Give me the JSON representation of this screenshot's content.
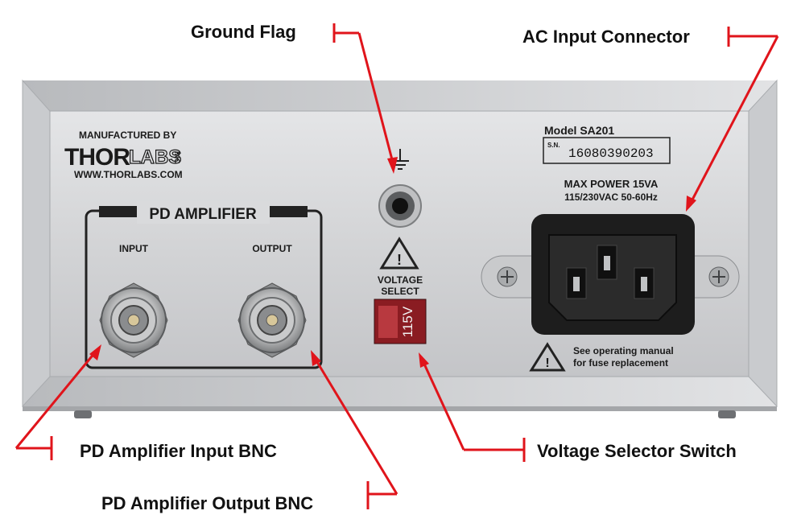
{
  "callouts": {
    "ground_flag": "Ground Flag",
    "ac_input": "AC Input Connector",
    "pd_input": "PD Amplifier Input  BNC",
    "pd_output": "PD Amplifier Output BNC",
    "voltage_selector": "Voltage Selector Switch"
  },
  "panel": {
    "manufactured_by": "MANUFACTURED BY",
    "brand_thor": "THOR",
    "brand_labs": "LABS",
    "brand_inc": "INC",
    "website": "WWW.THORLABS.COM",
    "pd_amplifier": "PD AMPLIFIER",
    "input_label": "INPUT",
    "output_label": "OUTPUT",
    "voltage_select_1": "VOLTAGE",
    "voltage_select_2": "SELECT",
    "voltage_value": "115V",
    "model": "Model SA201",
    "sn_label": "S.N.",
    "serial": "16080390203",
    "max_power": "MAX POWER 15VA",
    "voltage_range": "115/230VAC 50-60Hz",
    "manual_note_1": "See operating manual",
    "manual_note_2": "for fuse replacement"
  },
  "colors": {
    "callout_line": "#e0141b",
    "panel": "#d6d7d9",
    "panel_edge": "#9ea1a4",
    "socket": "#1b1b1b",
    "switch": "#a8242a"
  }
}
